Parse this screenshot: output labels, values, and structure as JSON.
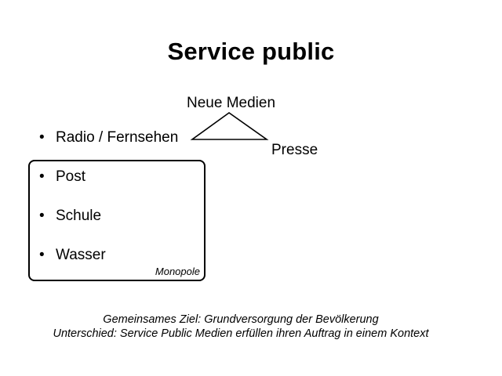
{
  "slide": {
    "title": "Service public",
    "bullets": [
      "Radio / Fernsehen",
      "Post",
      "Schule",
      "Wasser"
    ],
    "bullet_glyph": "•",
    "triangle": {
      "top_label": "Neue Medien",
      "right_label": "Presse"
    },
    "group_label": "Monopole",
    "footer": {
      "line1": "Gemeinsames Ziel: Grundversorgung der Bevölkerung",
      "line2": "Unterschied: Service Public Medien erfüllen ihren Auftrag in einem Kontext"
    }
  }
}
